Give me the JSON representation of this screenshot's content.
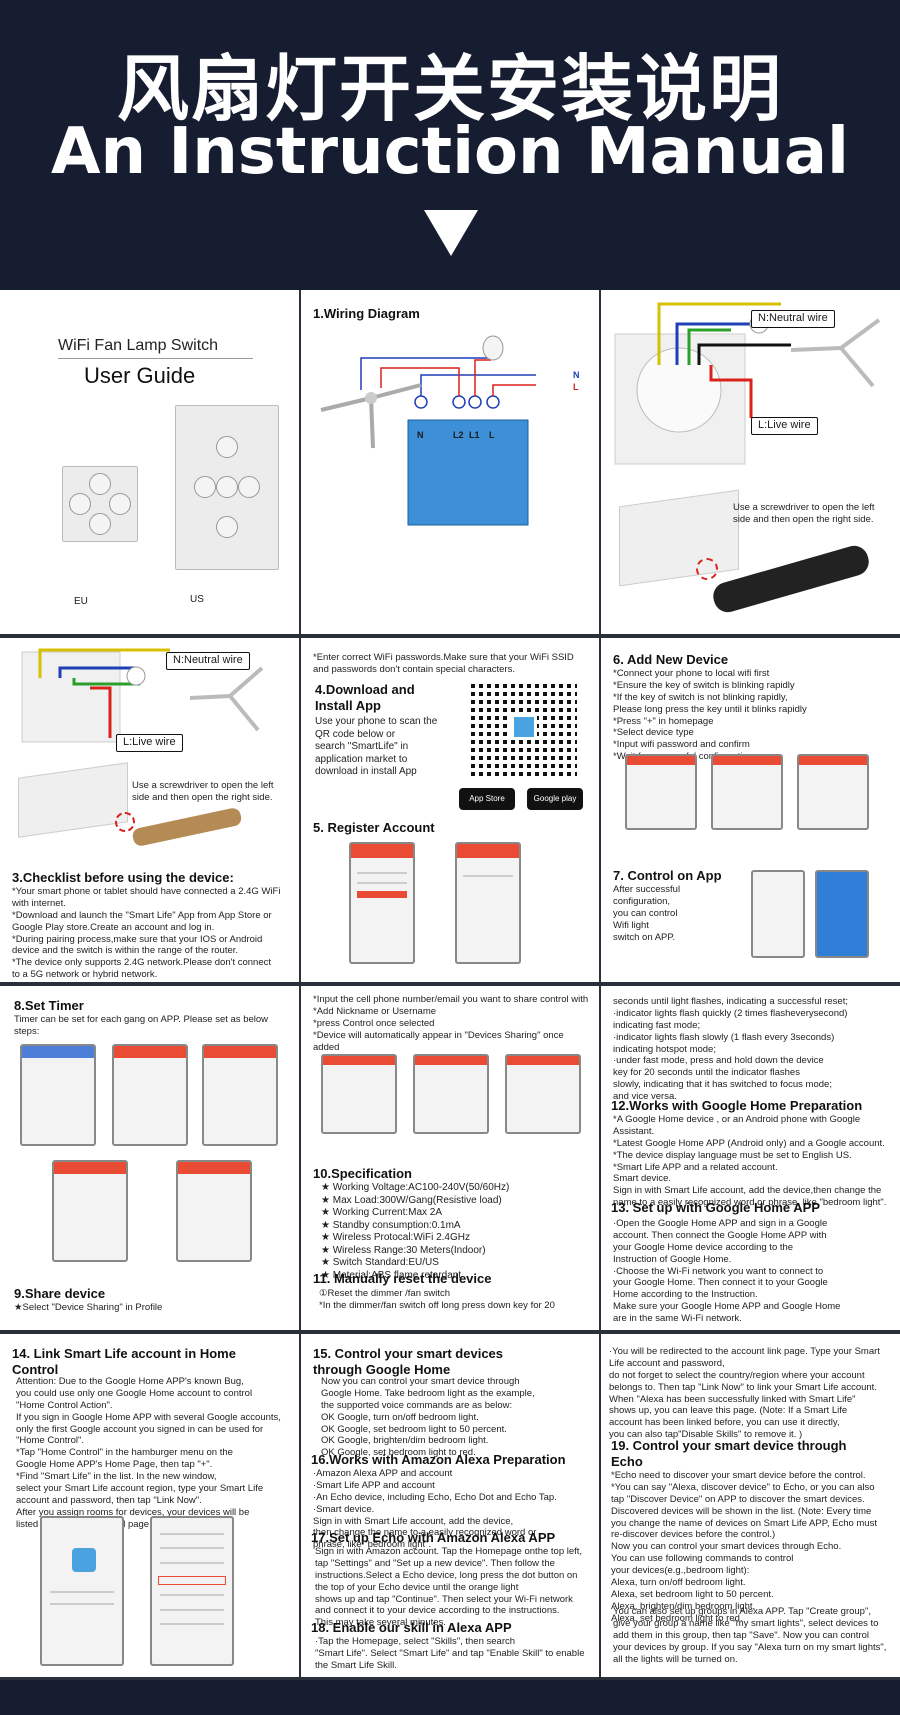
{
  "header": {
    "title_cn": "风扇灯开关安装说明",
    "title_en": "An Instruction Manual"
  },
  "guide": {
    "title": "WiFi Fan Lamp Switch",
    "subtitle": "User Guide",
    "eu_label": "EU",
    "us_label": "US"
  },
  "wiring": {
    "title": "1.Wiring Diagram",
    "terminals": [
      "N",
      "L2",
      "L1",
      "L"
    ],
    "n_label": "N",
    "l_label": "L"
  },
  "wiring_photo": {
    "neutral_label": "N:Neutral wire",
    "live_label": "L:Live wire",
    "screwdriver_text": "Use a screwdriver to open the left side and then open the right side."
  },
  "checklist": {
    "neutral_label": "N:Neutral wire",
    "live_label": "L:Live wire",
    "screwdriver_text": "Use a screwdriver to open the left side and then open the right side.",
    "title": "3.Checklist before using the device:",
    "body": "*Your smart phone or tablet should have connected a 2.4G WiFi\n with internet.\n*Download and launch the \"Smart Life\" App from App Store or\n Google Play store.Create an account and log in.\n*During pairing process,make sure that your IOS or Android\n device and the switch is within the range of the router.\n*The device only supports 2.4G network.Please don't connect\n to a 5G network or hybrid network."
  },
  "download": {
    "note": "*Enter correct WiFi passwords.Make sure that your WiFi SSID\n and passwords don't contain special characters.",
    "title": "4.Download and\nInstall App",
    "body": "Use your phone to scan the\nQR code below or\nsearch \"SmartLife\" in\napplication market to\ndownload in install App",
    "app_store": "App Store",
    "google_play": "Google play",
    "register_title": "5. Register Account"
  },
  "add_device": {
    "title": "6. Add New Device",
    "body": "*Connect your phone to local wifi first\n*Ensure the key of switch is blinking rapidly\n*If the key of switch is not blinking rapidly,\n Please long press the key until it blinks rapidly\n*Press \"+\" in homepage\n*Select device type\n*Input wifi password and confirm\n*Wait for successful configuration",
    "control_title": "7. Control on App",
    "control_body": "After successful\nconfiguration,\nyou can control\nWifi light\nswitch on APP."
  },
  "timer": {
    "title": "8.Set Timer",
    "body": "Timer can be set for each gang on APP. Please set as below\nsteps:",
    "share_title": "9.Share device",
    "share_body": "★Select \"Device Sharing\" in Profile"
  },
  "spec": {
    "intro": "*Input the cell phone number/email you want to share control with\n*Add Nickname or Username\n*press Control once selected\n*Device will automatically appear in \"Devices Sharing\" once\n added",
    "title": "10.Specification",
    "items": "★ Working Voltage:AC100-240V(50/60Hz)\n★ Max Load:300W/Gang(Resistive load)\n★ Working Current:Max 2A\n★ Standby consumption:0.1mA\n★ Wireless Protocal:WiFi 2.4GHz\n★ Wireless Range:30 Meters(Indoor)\n★ Switch Standard:EU/US\n★ Material:ABS flame retardant",
    "reset_title": "11. Manually reset the device",
    "reset_body": "①Reset the dimmer /fan switch\n *In the dimmer/fan switch off long press down key for 20"
  },
  "google": {
    "reset_cont": "seconds until light flashes, indicating a successful reset;\n·indicator lights flash quickly (2 times flasheverysecond)\n indicating fast mode;\n·indicator lights flash slowly (1 flash every 3seconds)\n indicating hotspot mode;\n·under fast mode, press and hold down the device\n key for 20 seconds until the indicator flashes\n slowly, indicating that it has switched to focus mode;\n and vice versa.",
    "prep_title": "12.Works with Google Home Preparation",
    "prep_body": "*A Google Home device , or an Android phone with Google\n Assistant.\n*Latest Google Home APP (Android only) and a Google account.\n*The device display language must be set to English US.\n*Smart Life APP and a related account.\n Smart device.\n Sign in with Smart Life account, add the device,then change the\n name to a easily recognized word or phrase, like \"bedroom light\".",
    "setup_title": "13. Set up with Google Home APP",
    "setup_body": "·Open the Google Home APP and sign in a Google\n account. Then connect the Google Home APP with\n your Google Home device according to the\n Instruction of Google Home.\n·Choose the Wi-Fi network you want to connect to\n your Google Home. Then connect it to your Google\n Home according to the Instruction.\n Make sure your Google Home APP and Google Home\n are in the same Wi-Fi network."
  },
  "link": {
    "title": "14. Link Smart Life account in Home\n     Control",
    "body": "Attention: Due to the Google Home APP's known Bug,\nyou could use only one Google Home account to control\n\"Home Control Action\".\nIf you sign in Google Home APP with several Google accounts,\nonly the first Google account you signed in can be used for\n\"Home Control\".\n*Tap \"Home Control\" in the hamburger menu on the\n Google Home APP's Home Page, then tap \"+\".\n*Find \"Smart Life\" in the list. In the new window,\n select your Smart Life account region, type your Smart Life\n account and password, then tap \"Link Now\".\n After you assign rooms for devices, your devices will be\n listed in the Home Control page."
  },
  "control_google": {
    "title": "15. Control your smart devices\n     through Google Home",
    "body": "Now you can control your smart device through\nGoogle Home. Take bedroom light as the example,\nthe supported voice commands are as below:\nOK Google, turn on/off bedroom light.\nOK Google, set bedroom light to 50 percent.\nOK Google, brighten/dim bedroom light.\nOK Google, set bedroom light to red.",
    "alexa_title": "16.Works with Amazon Alexa Preparation",
    "alexa_body": "·Amazon Alexa APP and account\n·Smart Life APP and account\n·An Echo device, including Echo, Echo Dot and Echo Tap.\n·Smart device.\n Sign in with Smart Life account, add the device,\n then change the name to a easily recognized word or\n phrase, like \"bedroom light\".",
    "echo_title": "17.Set up Echo with Amazon Alexa APP",
    "echo_body": "Sign in with Amazon account. Tap the Homepage onthe top left,\ntap \"Settings\" and \"Set up a new device\". Then follow the\ninstructions.Select a Echo device, long press the dot button on\nthe top of your Echo device until the orange light\nshows up and tap \"Continue\". Then select your Wi-Fi network\nand connect it to your device according to the instructions.\nThis may take several minutes.",
    "skill_title": "18. Enable our skill in Alexa APP",
    "skill_body": "·Tap the Homepage, select \"Skills\", then search\n \"Smart Life\". Select \"Smart Life\" and tap \"Enable Skill\" to enable\n the Smart Life Skill."
  },
  "echo": {
    "intro": "·You will be redirected to the account link page. Type  your Smart\n Life account and password,\n do not forget  to select the country/region where your account\n belongs to. Then tap \"Link Now\" to link your Smart  Life account.\n When \"Alexa has been successfully linked with Smart Life\"\n shows up, you can leave this page. (Note: If a Smart Life\n account has been linked before, you can use it directly,\n you can also tap\"Disable Skills\" to remove it. )",
    "title": "19. Control your smart device through\n     Echo",
    "body": "*Echo need to discover your smart device before the control.\n*You can say \"Alexa, discover device\" to Echo, or you can also\n tap \"Discover Device\" on APP to discover the smart devices.\n Discovered devices will be shown in the list. (Note: Every time\n you change the name of devices on Smart Life APP, Echo must\n re-discover devices before the control.)\n Now you can control your smart devices through Echo.\n You can use following commands to control\n your devices(e.g.,bedroom light):\n Alexa, turn on/off bedroom light.\n Alexa, set bedroom light to 50 percent.\n Alexa, brighten/dim bedroom light.\n Alexa, set bedroom light to red.",
    "groups": "You can also set up groups in Alexa APP. Tap \"Create group\",\ngive your group a name like \"my smart lights\", select devices to\nadd them in this group, then tap \"Save\". Now you can control\nyour devices by group. If you say \"Alexa turn on my smart lights\",\nall the lights will be turned on."
  },
  "colors": {
    "navy": "#161d30",
    "accent_red": "#e94b35",
    "wire_blue": "#1f3fb8",
    "wire_red": "#d9221a",
    "wire_yellow": "#d6c000",
    "switch_blue": "#3d8fd8"
  }
}
